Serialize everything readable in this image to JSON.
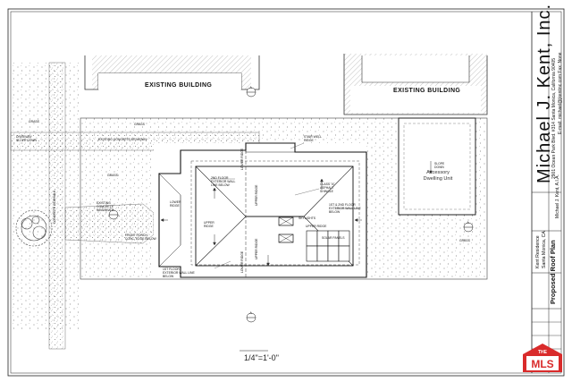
{
  "firm": {
    "name": "Michael J. Kent, Inc.",
    "address": "2901 Ocean Park Blvd. #314  Santa Monica, California 90405",
    "contact": "E-mail: michael@jkentinc.com   Fax: None",
    "principal": "Michael J. Kent, A.I.A."
  },
  "project": {
    "line1": "Kent Residence",
    "line2": "Santa Monica, CA"
  },
  "sheet_title": "Proposed Roof Plan",
  "scale": "1/4\"=1'-0\"",
  "buildings": {
    "left": "EXISTING BUILDING",
    "right": "EXISTING BUILDING"
  },
  "adu": "Accessory Dwelling Unit",
  "labels": {
    "grass": "GRASS",
    "driveway_slope": "DRIVEWAY SLOPE DOWN",
    "concrete_driveway": "EXISTING CONCRETE DRIVEWAY",
    "sidewalk": "CONCRETE SIDEWALK",
    "existing_pavement": "EXISTING CONCRETE PAVEMENT",
    "front_porch": "FRONT PORCH CONC. EDGE BELOW",
    "lower_ridge": "LOWER RIDGE",
    "upper_ridge": "UPPER RIDGE",
    "second_floor_wall": "2ND FLOOR EXTERIOR WALL LINE BELOW",
    "first_floor_wall": "1ST FLOOR EXTERIOR WALL LINE BELOW",
    "stair_well": "STAIR WELL RIDGE",
    "shingle": "CLASS \"A\" ASPHALT SHINGLE",
    "first_second_wall": "1ST & 2ND FLOOR EXTERIOR WALL LINE BELOW",
    "skylights": "SKYLIGHTS",
    "solar": "SOLAR PANELS",
    "slope_down": "SLOPE DOWN"
  },
  "sections": [
    "A",
    "A",
    "A",
    "A"
  ]
}
